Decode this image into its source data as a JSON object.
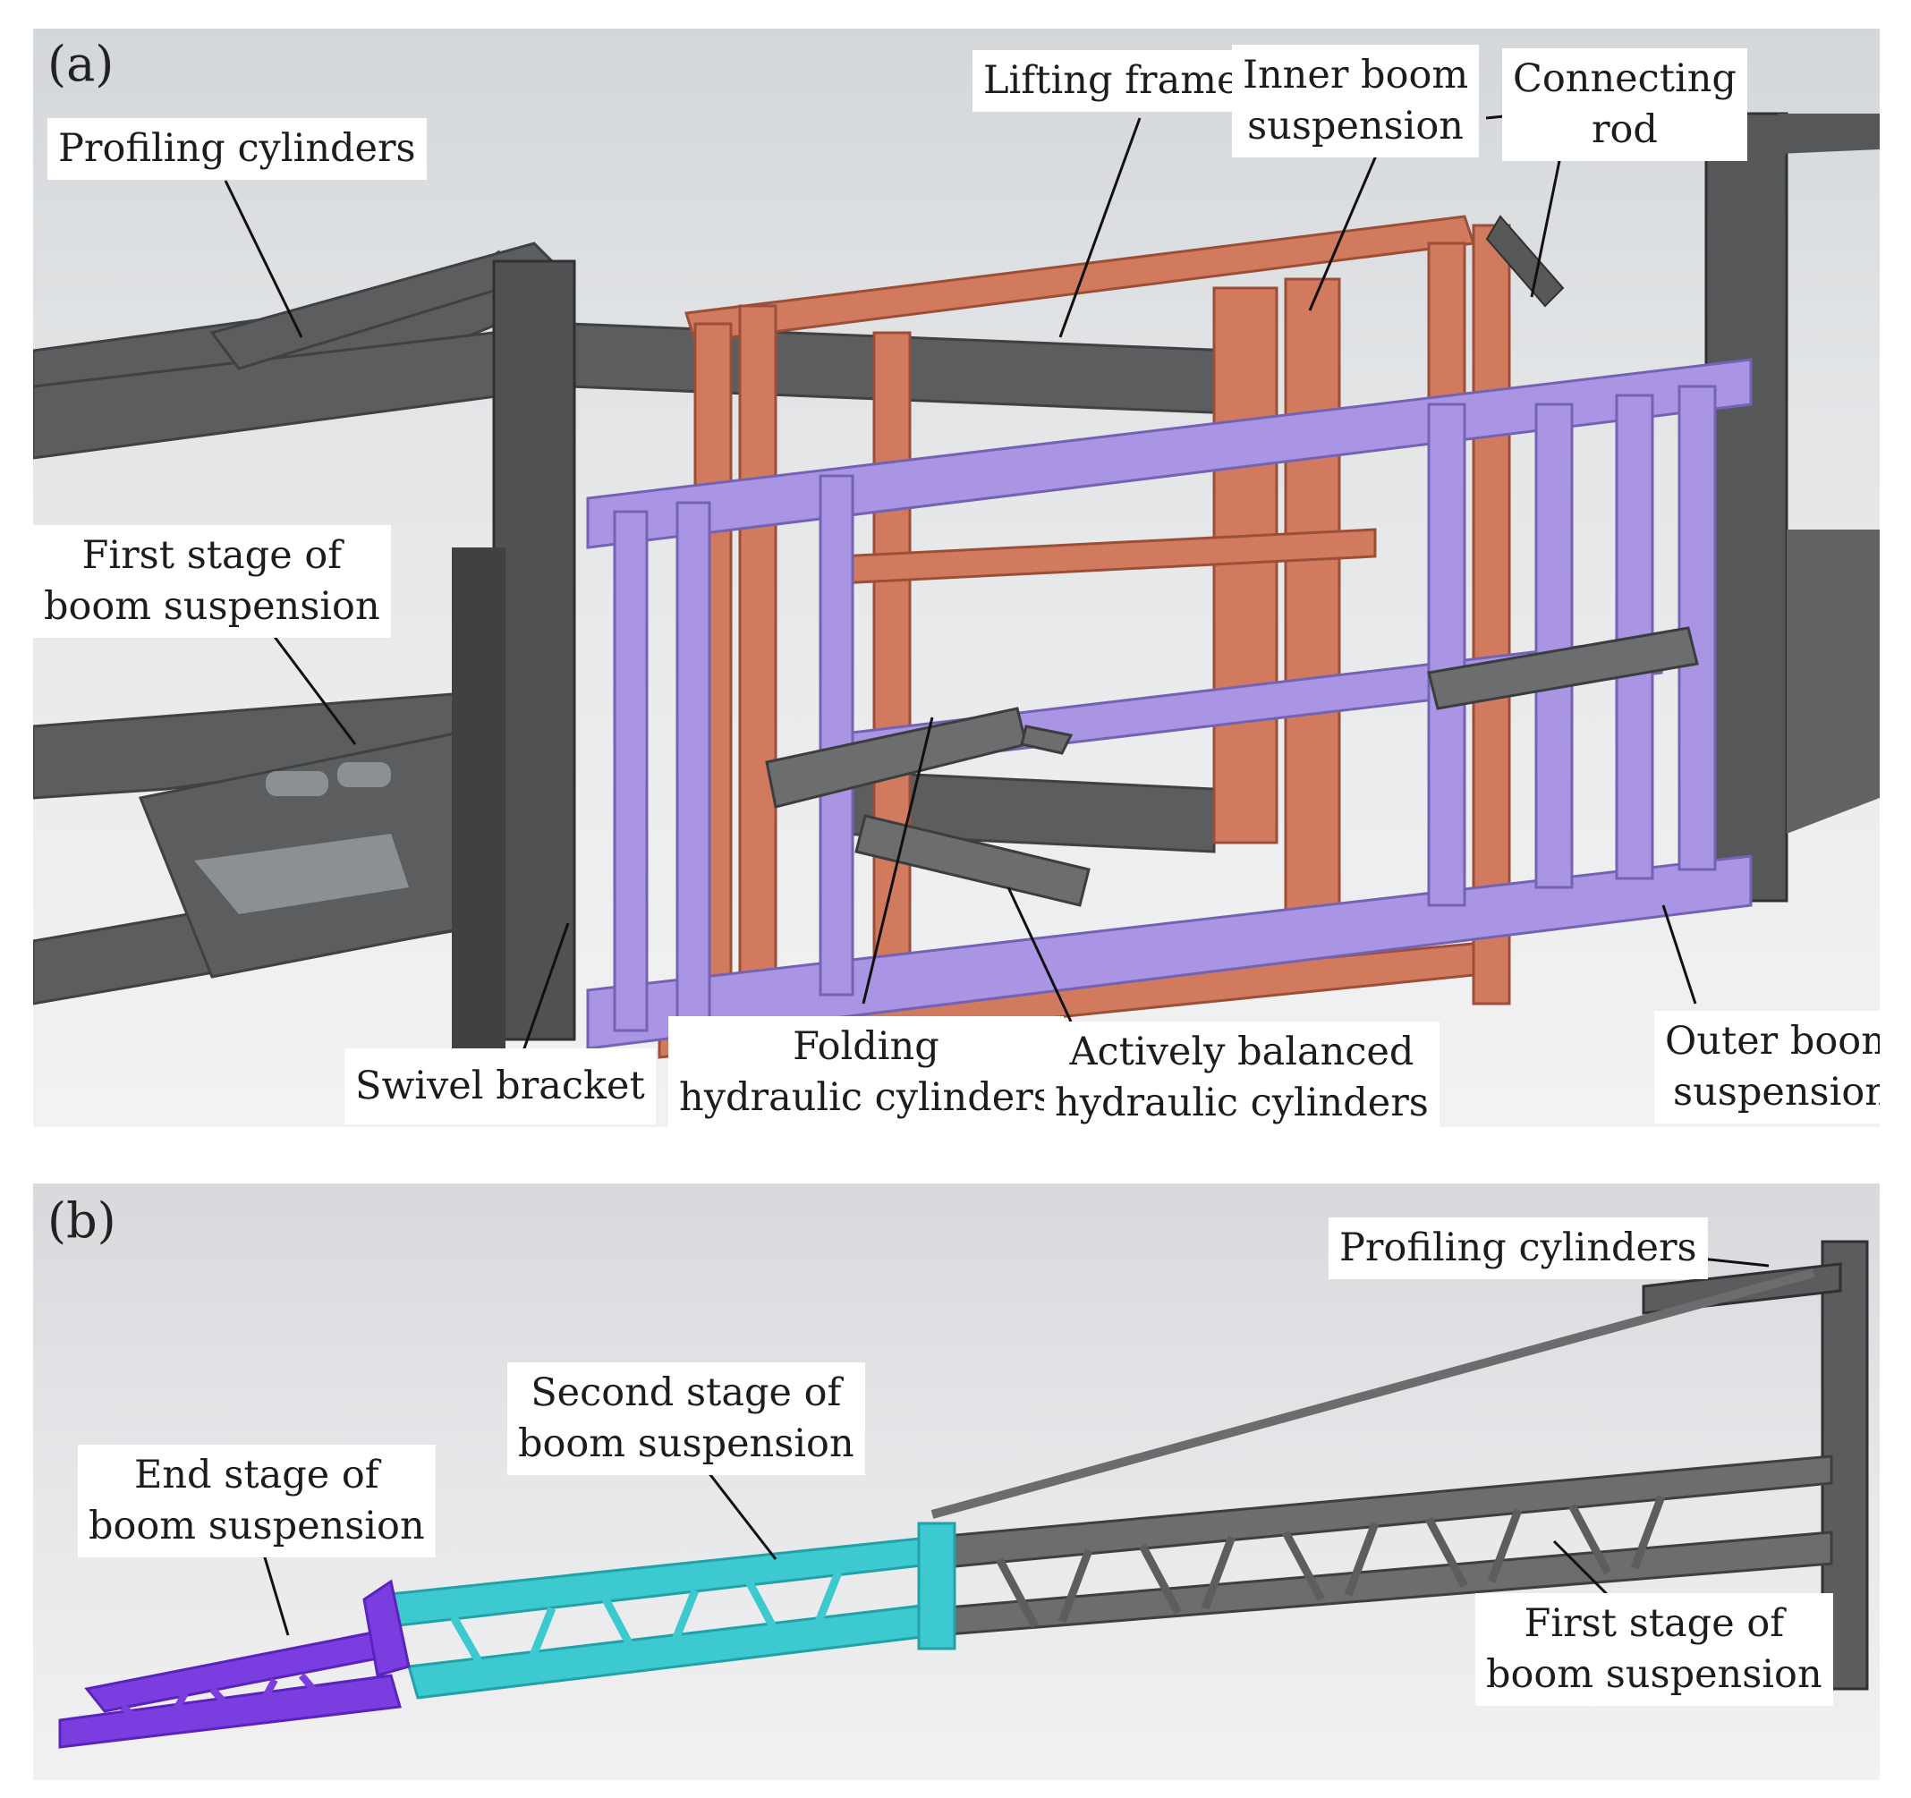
{
  "panel_a": {
    "tag": "(a)",
    "labels": {
      "profiling_cylinders": "Profiling cylinders",
      "lifting_frame": "Lifting frame",
      "inner_boom_suspension": [
        "Inner boom",
        "suspension"
      ],
      "connecting_rod": [
        "Connecting",
        "rod"
      ],
      "first_stage": [
        "First stage of",
        "boom suspension"
      ],
      "swivel_bracket": "Swivel bracket",
      "folding_cylinders": [
        "Folding",
        "hydraulic cylinders"
      ],
      "actively_balanced": [
        "Actively balanced",
        "hydraulic cylinders"
      ],
      "outer_boom_suspension": [
        "Outer boom",
        "suspension"
      ]
    }
  },
  "panel_b": {
    "tag": "(b)",
    "labels": {
      "profiling_cylinders": "Profiling cylinders",
      "second_stage": [
        "Second stage of",
        "boom suspension"
      ],
      "end_stage": [
        "End stage of",
        "boom suspension"
      ],
      "first_stage": [
        "First stage of",
        "boom suspension"
      ]
    }
  },
  "colors": {
    "steel_gray": "#5b5d5e",
    "lifting_frame_orange": "#d27a5e",
    "outer_frame_purple": "#a995e4",
    "second_stage_cyan": "#3cc9cf",
    "end_stage_violet": "#7a3ee0"
  }
}
